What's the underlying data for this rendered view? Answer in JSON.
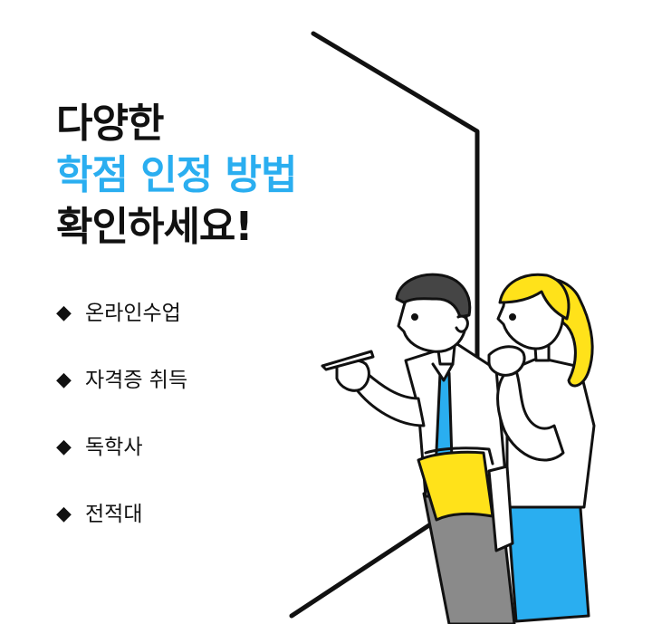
{
  "headline": {
    "line1": "다양한",
    "line2": "학점 인정 방법",
    "line3": "확인하세요!"
  },
  "methods": [
    {
      "bullet": "◆",
      "label": "온라인수업"
    },
    {
      "bullet": "◆",
      "label": "자격증 취득"
    },
    {
      "bullet": "◆",
      "label": "독학사"
    },
    {
      "bullet": "◆",
      "label": "전적대"
    }
  ],
  "colors": {
    "text": "#111111",
    "accent": "#2aaef0",
    "hair": "#ffe21a",
    "skirt": "#2aaef0",
    "tie": "#2aaef0",
    "paper": "#ffe21a",
    "man_hair": "#454545",
    "trousers": "#8a8a8a"
  },
  "illustration": {
    "subject": "two-people-pointing-at-wall"
  }
}
